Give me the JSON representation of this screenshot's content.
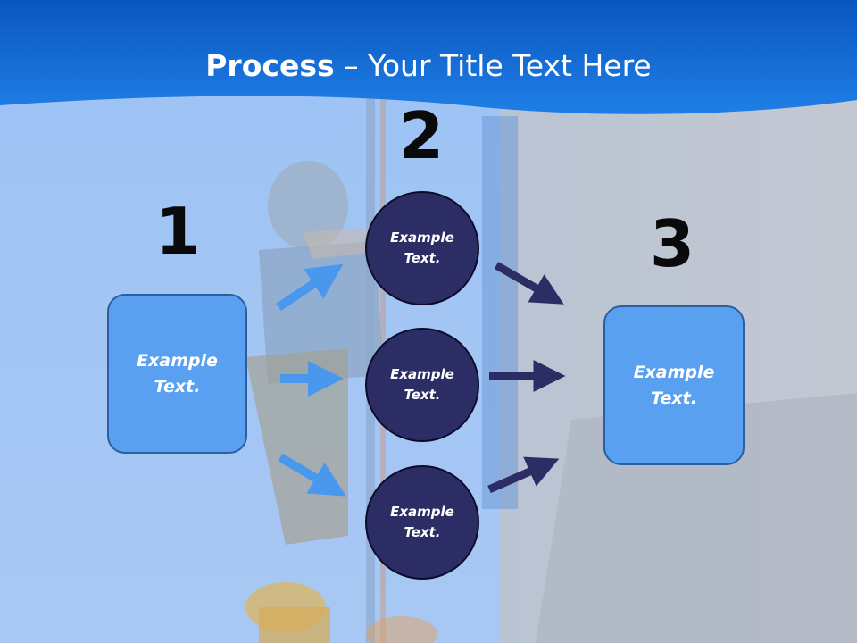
{
  "title": {
    "bold": "Process",
    "rest": " – Your Title Text Here"
  },
  "steps": [
    {
      "number": "1",
      "text_line1": "Example",
      "text_line2": "Text."
    },
    {
      "number": "2"
    },
    {
      "number": "3",
      "text_line1": "Example",
      "text_line2": "Text."
    }
  ],
  "circles": [
    {
      "line1": "Example",
      "line2": "Text."
    },
    {
      "line1": "Example",
      "line2": "Text."
    },
    {
      "line1": "Example",
      "line2": "Text."
    }
  ],
  "colors": {
    "header": "#1a6fd6",
    "box_fill": "#5aa0f0",
    "circle_fill": "#2d2d66",
    "arrow_in": "#4a98ee",
    "arrow_out": "#2d2d66"
  }
}
